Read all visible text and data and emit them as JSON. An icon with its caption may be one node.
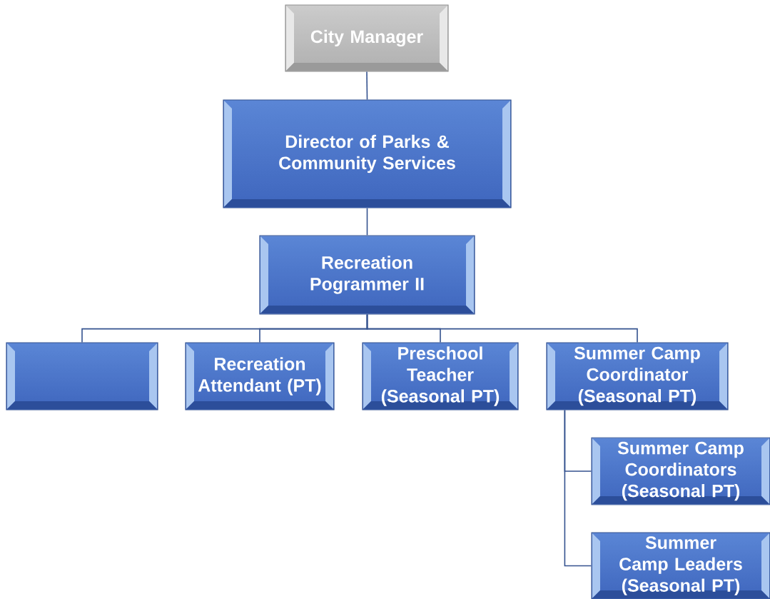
{
  "diagram": {
    "nodes": [
      {
        "text": [
          "City Manager"
        ]
      },
      {
        "text": [
          "Director of Parks & Community Services"
        ]
      },
      {
        "text": [
          "Recreation Pogrammer II"
        ]
      },
      {
        "text": [],
        "shape": "box"
      },
      {
        "text": [
          "Recreation Attendant (PT)"
        ]
      },
      {
        "text": [
          "Preschool Teacher (Seasonal PT)"
        ]
      },
      {
        "text": [
          "Summer Camp Coordinator (Seasonal PT)"
        ]
      },
      {
        "text": [
          "Summer Camp Coordinators (Seasonal PT)"
        ]
      },
      {
        "text": [
          "Summer Camp Leaders (Seasonal PT)"
        ]
      }
    ],
    "edges": [
      {
        "from": 0,
        "to": 1,
        "arrow": "none"
      },
      {
        "from": 1,
        "to": 2,
        "arrow": "none"
      },
      {
        "from": 2,
        "to": 3,
        "arrow": "none"
      },
      {
        "from": 2,
        "to": 4,
        "arrow": "none"
      },
      {
        "from": 2,
        "to": 5,
        "arrow": "none"
      },
      {
        "from": 2,
        "to": 6,
        "arrow": "none"
      },
      {
        "from": 6,
        "to": 7,
        "arrow": "none"
      },
      {
        "from": 6,
        "to": 8,
        "arrow": "none"
      }
    ]
  }
}
